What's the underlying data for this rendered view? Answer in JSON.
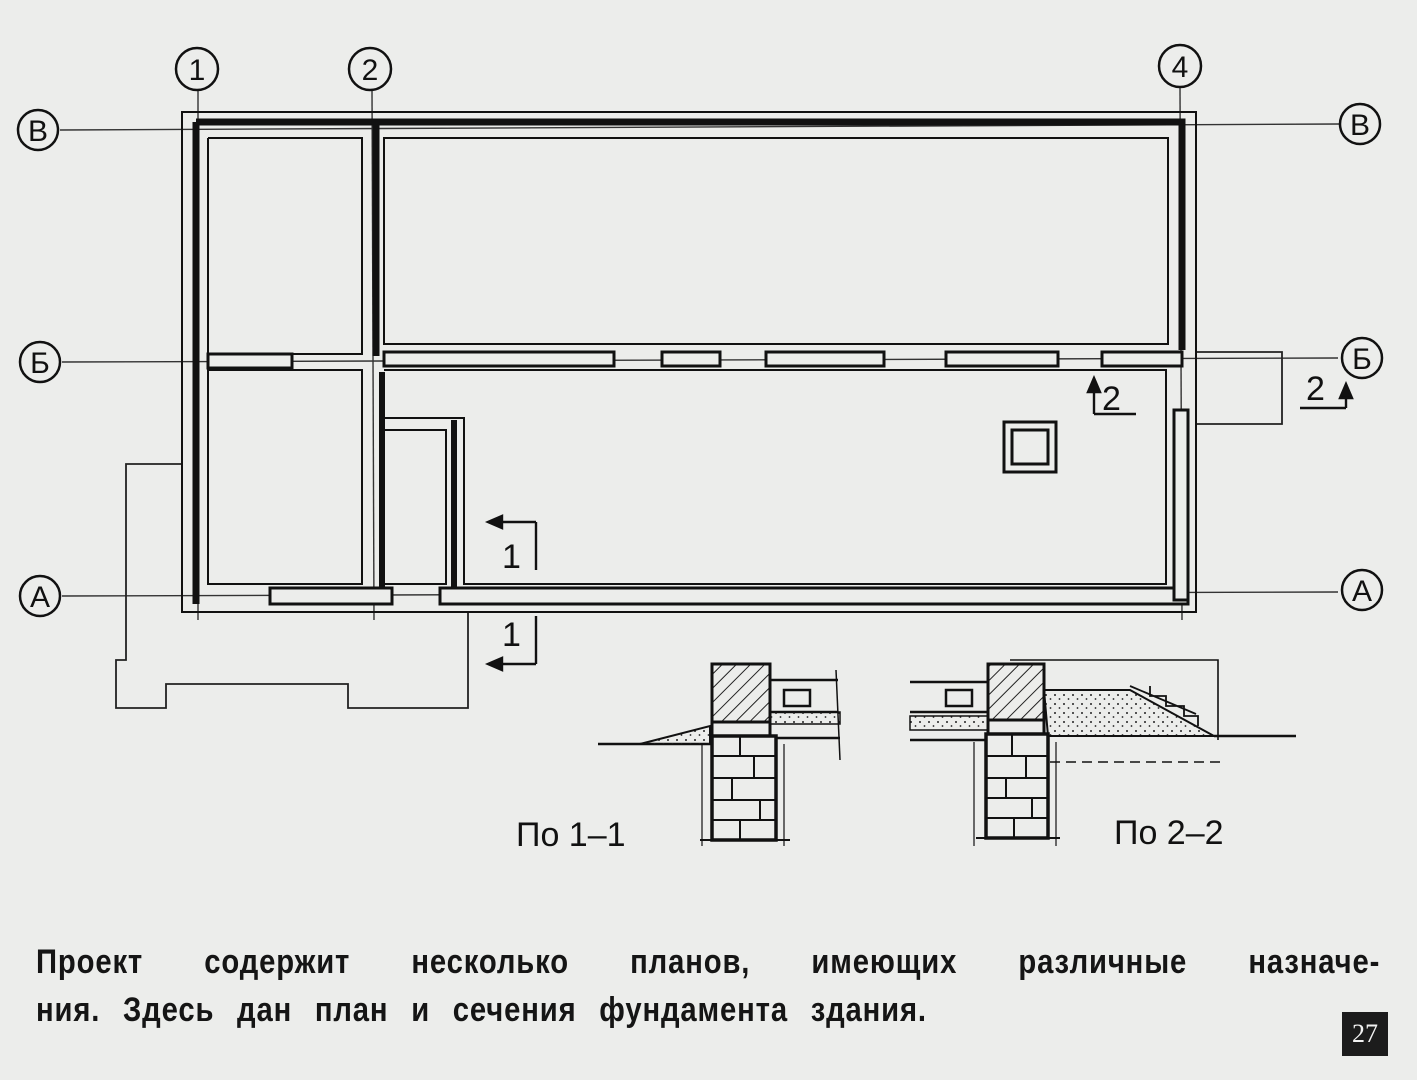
{
  "axes": {
    "vertical": [
      "1",
      "2",
      "4"
    ],
    "horizontal": [
      "В",
      "Б",
      "А"
    ]
  },
  "cuts": {
    "cut1": "1",
    "cut2": "2"
  },
  "sections": {
    "section1_label": "По 1–1",
    "section2_label": "По 2–2"
  },
  "caption": {
    "line1": "Проект содержит несколько планов, имеющих различные назначе-",
    "line2": "ния. Здесь дан план и сечения фундамента здания."
  },
  "page_number": "27"
}
